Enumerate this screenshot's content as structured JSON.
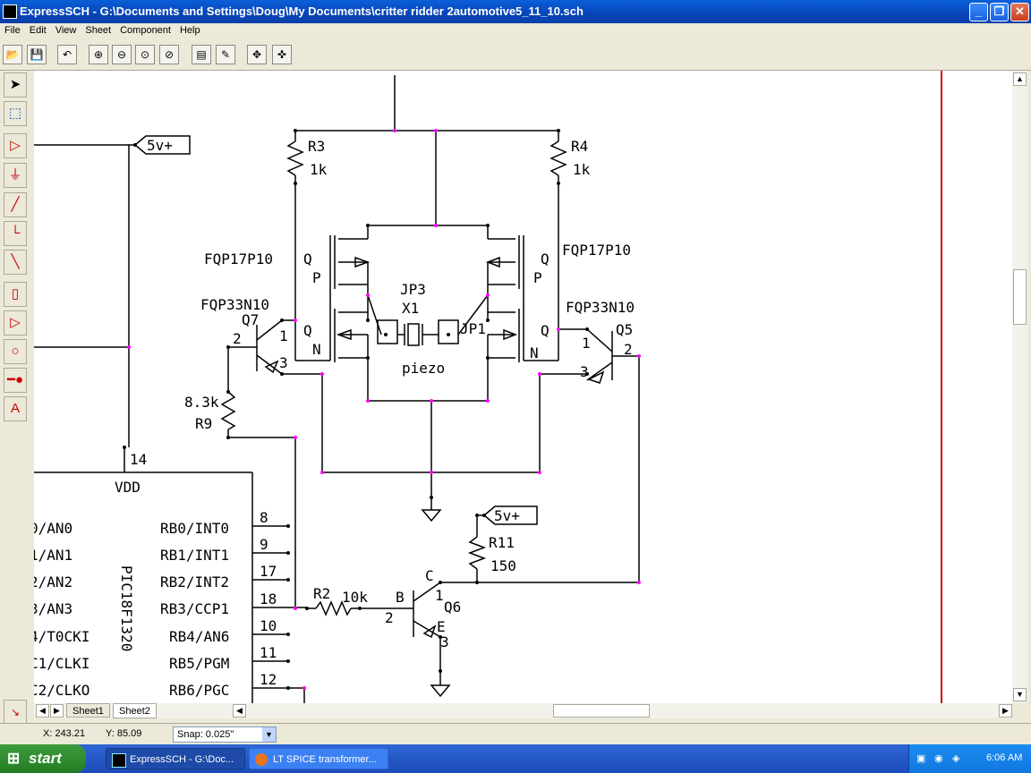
{
  "window": {
    "title": "ExpressSCH - G:\\Documents and Settings\\Doug\\My Documents\\critter ridder 2automotive5_11_10.sch",
    "buttons": {
      "minimize": "_",
      "maximize": "❐",
      "close": "✕"
    }
  },
  "menu": [
    "File",
    "Edit",
    "View",
    "Sheet",
    "Component",
    "Help"
  ],
  "toolbar": {
    "icons": [
      "open-folder-icon",
      "save-icon",
      "undo-icon",
      "zoom-in-icon",
      "zoom-out-icon",
      "zoom-fit-icon",
      "zoom-area-icon",
      "sheet-properties-icon",
      "sheet-edit-icon",
      "pan-icon",
      "center-icon"
    ]
  },
  "palette": {
    "icons": [
      "select-arrow-icon",
      "zoom-select-icon",
      "component-icon",
      "ground-icon",
      "wire-icon",
      "bus-icon",
      "diagonal-wire-icon",
      "part-icon",
      "triangle-icon",
      "circle-icon",
      "pin-icon",
      "text-icon"
    ]
  },
  "schematic": {
    "labels": {
      "r3": "R3",
      "r3_val": "1k",
      "r4": "R4",
      "r4_val": "1k",
      "vcc_top": "5v+",
      "vcc_mid": "5v+",
      "fqp17_left": "FQP17P10",
      "fqp17_right": "FQP17P10",
      "fqp33_left": "FQP33N10",
      "fqp33_right": "FQP33N10",
      "q_left_p": "Q",
      "p_left": "P",
      "q_right_p": "Q",
      "p_right": "P",
      "q_left_n": "Q",
      "n_left": "N",
      "q_right_n": "Q",
      "n_right": "N",
      "jp3": "JP3",
      "x1": "X1",
      "jp1": "JP1",
      "piezo": "piezo",
      "q7": "Q7",
      "q5": "Q5",
      "q6": "Q6",
      "q7_pin1": "1",
      "q7_pin2": "2",
      "q7_pin3": "3",
      "q5_pin1": "1",
      "q5_pin2": "2",
      "q5_pin3": "3",
      "q6_pin1": "1",
      "q6_pin2": "2",
      "q6_pin3": "3",
      "q6_b": "B",
      "q6_c": "C",
      "q6_e": "E",
      "r9_val": "8.3k",
      "r9": "R9",
      "r2": "R2",
      "r2_val": "10k",
      "r11": "R11",
      "r11_val": "150",
      "vdd_pin": "14",
      "vdd": "VDD",
      "chip": "PIC18F1320"
    },
    "left_pins": [
      "0/AN0",
      "1/AN1",
      "2/AN2",
      "3/AN3",
      "4/T0CKI",
      "C1/CLKI",
      "C2/CLKO"
    ],
    "right_pins": [
      {
        "name": "RB0/INT0",
        "num": "8"
      },
      {
        "name": "RB1/INT1",
        "num": "9"
      },
      {
        "name": "RB2/INT2",
        "num": "17"
      },
      {
        "name": "RB3/CCP1",
        "num": "18"
      },
      {
        "name": "RB4/AN6",
        "num": "10"
      },
      {
        "name": "RB5/PGM",
        "num": "11"
      },
      {
        "name": "RB6/PGC",
        "num": "12"
      }
    ]
  },
  "tabs": [
    "Sheet1",
    "Sheet2"
  ],
  "status": {
    "x": "X: 243.21",
    "y": "Y: 85.09",
    "snap": "Snap:  0.025\""
  },
  "taskbar": {
    "start": "start",
    "tasks": [
      "ExpressSCH - G:\\Doc...",
      "LT SPICE transformer..."
    ],
    "time": "6:06 AM"
  },
  "colors": {
    "wire": "#000000",
    "junction": "#ff00ff",
    "border_line": "#cc0000"
  }
}
